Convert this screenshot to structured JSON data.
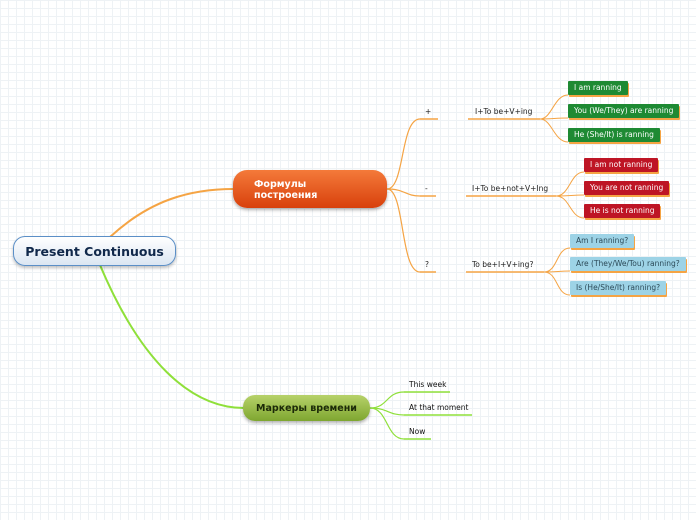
{
  "root": {
    "title": "Present Continuous"
  },
  "formulas": {
    "title_line1": "Формулы",
    "title_line2": "построения",
    "groups": [
      {
        "sign": "+",
        "formula": "I+To be+V+ing",
        "examples": [
          "I am ranning",
          "You (We/They) are ranning",
          "He (She/It) is ranning"
        ]
      },
      {
        "sign": "-",
        "formula": "I+To be+not+V+Ing",
        "examples": [
          "I am not ranning",
          "You are not ranning",
          "He is not ranning"
        ]
      },
      {
        "sign": "?",
        "formula": "To be+I+V+ing?",
        "examples": [
          "Am I ranning?",
          "Are (They/We/Tou) ranning?",
          "Is (He/She/It) ranning?"
        ]
      }
    ]
  },
  "markers": {
    "title": "Маркеры времени",
    "items": [
      "This week",
      "At that moment",
      "Now"
    ]
  },
  "colors": {
    "orange_branch": "#f5a444",
    "green_branch": "#8fe03a",
    "positive": "#1e8a33",
    "negative": "#be1525",
    "question": "#9dd3e6"
  }
}
